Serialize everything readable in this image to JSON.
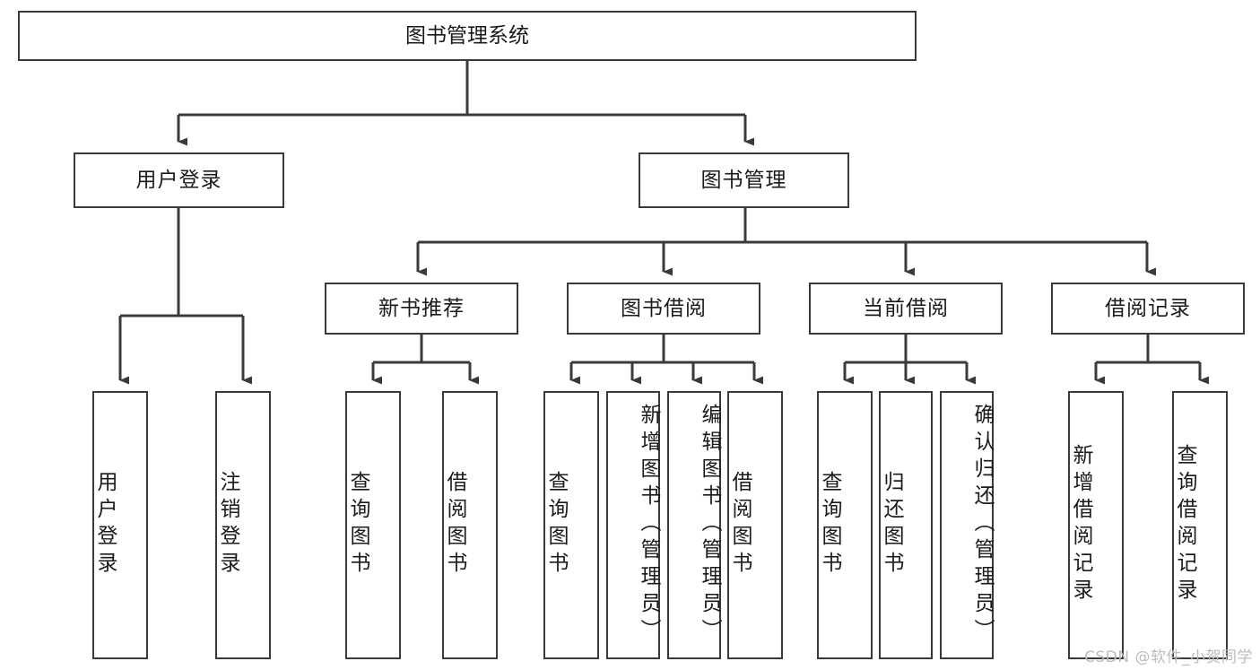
{
  "diagram": {
    "title": "图书管理系统",
    "root": {
      "label": "图书管理系统"
    },
    "level1": [
      {
        "label": "用户登录"
      },
      {
        "label": "图书管理"
      }
    ],
    "level2": [
      {
        "label": "新书推荐"
      },
      {
        "label": "图书借阅"
      },
      {
        "label": "当前借阅"
      },
      {
        "label": "借阅记录"
      }
    ],
    "leaves": [
      {
        "label": "用户登录",
        "parent": "用户登录"
      },
      {
        "label": "注销登录",
        "parent": "用户登录"
      },
      {
        "label": "查询图书",
        "parent": "新书推荐"
      },
      {
        "label": "借阅图书",
        "parent": "新书推荐"
      },
      {
        "label": "查询图书",
        "parent": "图书借阅"
      },
      {
        "label": "新增图书（管理员）",
        "parent": "图书借阅"
      },
      {
        "label": "编辑图书（管理员）",
        "parent": "图书借阅"
      },
      {
        "label": "借阅图书",
        "parent": "图书借阅"
      },
      {
        "label": "查询图书",
        "parent": "当前借阅"
      },
      {
        "label": "归还图书",
        "parent": "当前借阅"
      },
      {
        "label": "确认归还（管理员）",
        "parent": "当前借阅"
      },
      {
        "label": "新增借阅记录",
        "parent": "借阅记录"
      },
      {
        "label": "查询借阅记录",
        "parent": "借阅记录"
      }
    ],
    "colors": {
      "border": "#3a3a3a",
      "background": "#ffffff",
      "text": "#1b1b1b",
      "edge": "#3a3a3a",
      "watermark": "#bcbcbc"
    }
  },
  "watermark": {
    "text": "CSDN @软件_小贺同学"
  }
}
